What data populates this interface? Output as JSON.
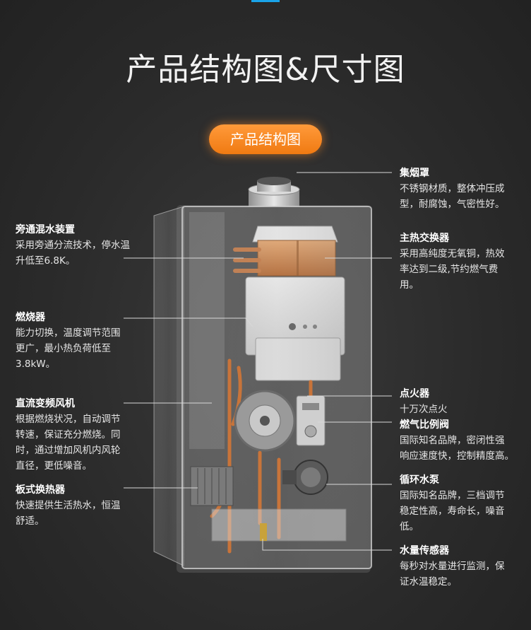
{
  "page": {
    "title": "产品结构图&尺寸图",
    "section_badge": "产品结构图"
  },
  "callouts": {
    "left": [
      {
        "key": "bypass",
        "title": "旁通混水装置",
        "desc": "采用旁通分流技术，停水温\n升低至6.8K。"
      },
      {
        "key": "burner",
        "title": "燃烧器",
        "desc": "能力切换，温度调节范围\n更广，最小热负荷低至\n3.8kW。"
      },
      {
        "key": "fan",
        "title": "直流变频风机",
        "desc": "根据燃烧状况，自动调节\n转速，保证充分燃烧。同\n时，通过增加风机内风轮\n直径，更低噪音。"
      },
      {
        "key": "plate",
        "title": "板式换热器",
        "desc": "快速提供生活热水，恒温\n舒适。"
      }
    ],
    "right": [
      {
        "key": "hood",
        "title": "集烟罩",
        "desc": "不锈钢材质，整体冲压成\n型，耐腐蚀，气密性好。"
      },
      {
        "key": "mainhx",
        "title": "主热交换器",
        "desc": "采用高纯度无氧铜，热效\n率达到二级,节约燃气费\n用。"
      },
      {
        "key": "igniter",
        "title": "点火器",
        "desc": "十万次点火"
      },
      {
        "key": "valve",
        "title": "燃气比例阀",
        "desc": "国际知名品牌，密闭性强\n响应速度快，控制精度高。"
      },
      {
        "key": "pump",
        "title": "循环水泵",
        "desc": "国际知名品牌，三档调节\n稳定性高，寿命长，噪音\n低。"
      },
      {
        "key": "sensor",
        "title": "水量传感器",
        "desc": "每秒对水量进行监测，保\n证水温稳定。"
      }
    ]
  },
  "colors": {
    "background": "#2a2a2a",
    "accent_orange": "#f07a12",
    "top_indicator": "#1aa3e8",
    "leader_line": "#d8d8d8",
    "copper": "#c8743a"
  }
}
